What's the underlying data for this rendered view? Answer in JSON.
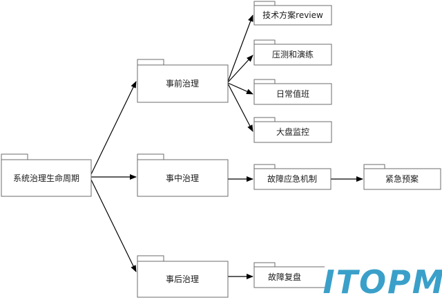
{
  "nodes": {
    "lifecycle": "系统治理生命周期",
    "pre": "事前治理",
    "mid": "事中治理",
    "post": "事后治理",
    "review": "技术方案review",
    "stress": "压测和演练",
    "duty": "日常值班",
    "monitor": "大盘监控",
    "emergency": "故障应急机制",
    "plan": "紧急预案",
    "retro": "故障复盘"
  },
  "edges": [
    [
      "lifecycle",
      "pre"
    ],
    [
      "lifecycle",
      "mid"
    ],
    [
      "lifecycle",
      "post"
    ],
    [
      "pre",
      "review"
    ],
    [
      "pre",
      "stress"
    ],
    [
      "pre",
      "duty"
    ],
    [
      "pre",
      "monitor"
    ],
    [
      "mid",
      "emergency"
    ],
    [
      "emergency",
      "plan"
    ],
    [
      "post",
      "retro"
    ]
  ],
  "watermark": {
    "text": "ITOPM",
    "color": "#3aa0c9"
  }
}
